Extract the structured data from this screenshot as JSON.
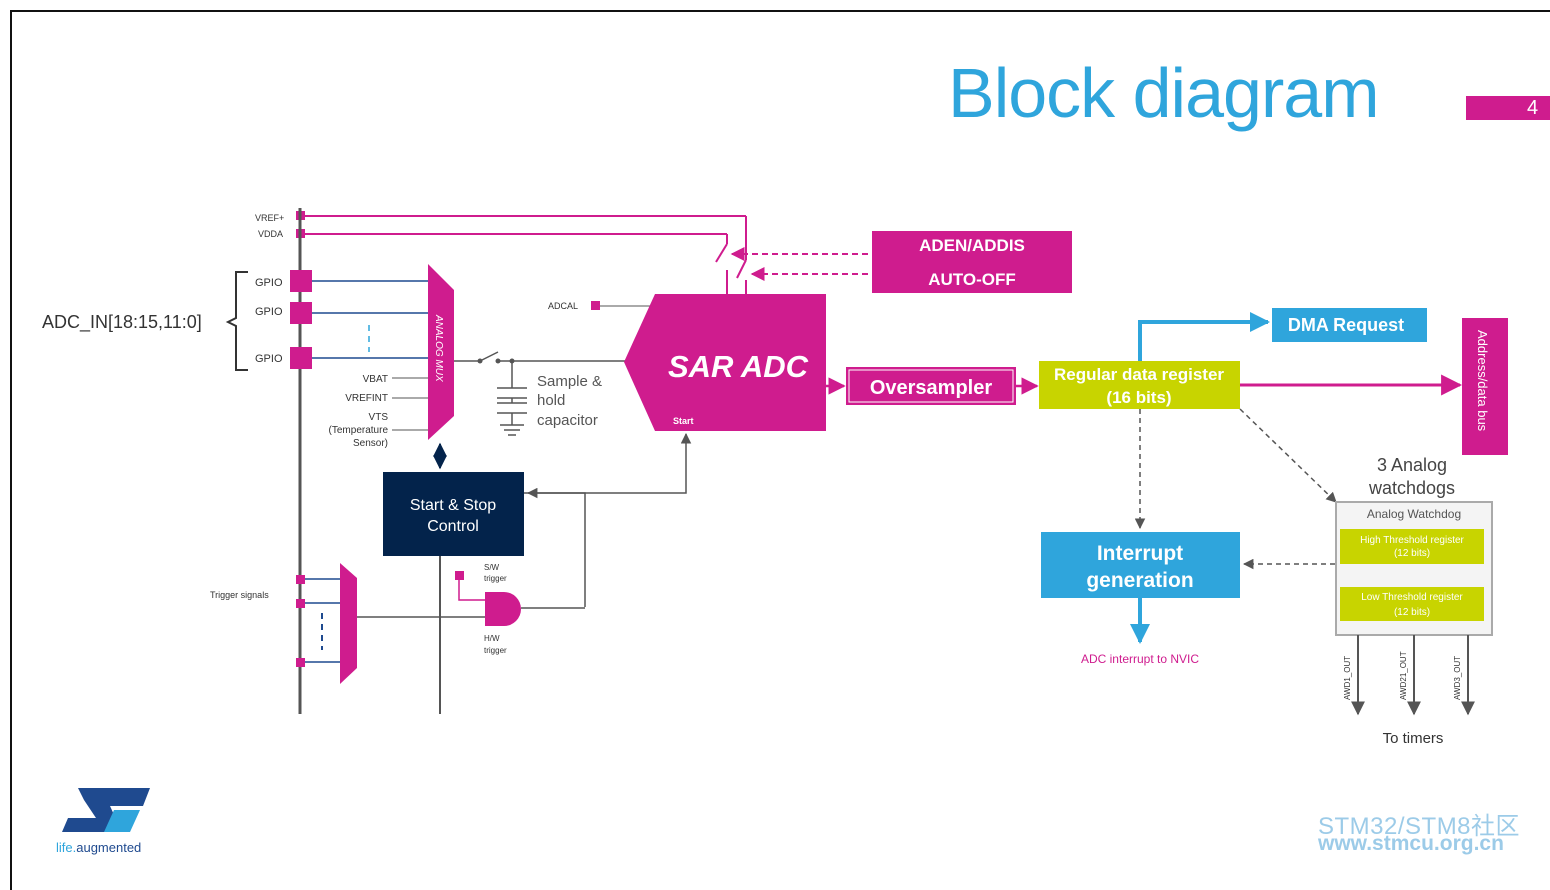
{
  "slide": {
    "title": "Block diagram",
    "page_number": "4"
  },
  "inputs": {
    "vref": "VREF+",
    "vdda": "VDDA",
    "adc_in": "ADC_IN[18:15,11:0]",
    "gpio": [
      "GPIO",
      "GPIO",
      "GPIO"
    ],
    "vbat": "VBAT",
    "vrefint": "VREFINT",
    "vts": "VTS",
    "temp1": "(Temperature",
    "temp2": "Sensor)",
    "adcal": "ADCAL",
    "trigger_signals": "Trigger signals"
  },
  "blocks": {
    "analog_mux": "ANALOG MUX",
    "sample_hold": [
      "Sample &",
      "hold",
      "capacitor"
    ],
    "sar_adc": "SAR ADC",
    "start": "Start",
    "aden": "ADEN/ADDIS",
    "autooff": "AUTO-OFF",
    "oversampler": "Oversampler",
    "regular1": "Regular data register",
    "regular2": "(16 bits)",
    "dma": "DMA Request",
    "bus": "Address/data bus",
    "start_stop": [
      "Start & Stop",
      "Control"
    ],
    "sw_trigger": [
      "S/W",
      "trigger"
    ],
    "hw_trigger": [
      "H/W",
      "trigger"
    ],
    "interrupt": [
      "Interrupt",
      "generation"
    ],
    "nvic": "ADC interrupt to NVIC",
    "watchdogs_title": [
      "3 Analog",
      "watchdogs"
    ],
    "watchdog": "Analog Watchdog",
    "high_thr": [
      "High Threshold register",
      "(12 bits)"
    ],
    "low_thr": [
      "Low Threshold register",
      "(12 bits)"
    ],
    "awd_outs": [
      "AWD1_OUT",
      "AWD21_OUT",
      "AWD3_OUT"
    ],
    "to_timers": "To timers"
  },
  "logo": {
    "brand": "ST",
    "tag_prefix": "life.",
    "tag_suffix": "augmented"
  },
  "watermark": {
    "line1": "STM32/STM8社区",
    "line2": "www.stmcu.org.cn"
  },
  "colors": {
    "magenta": "#cf1c8e",
    "blue": "#2fa5dc",
    "lime": "#c8d400",
    "navy": "#03234b"
  }
}
